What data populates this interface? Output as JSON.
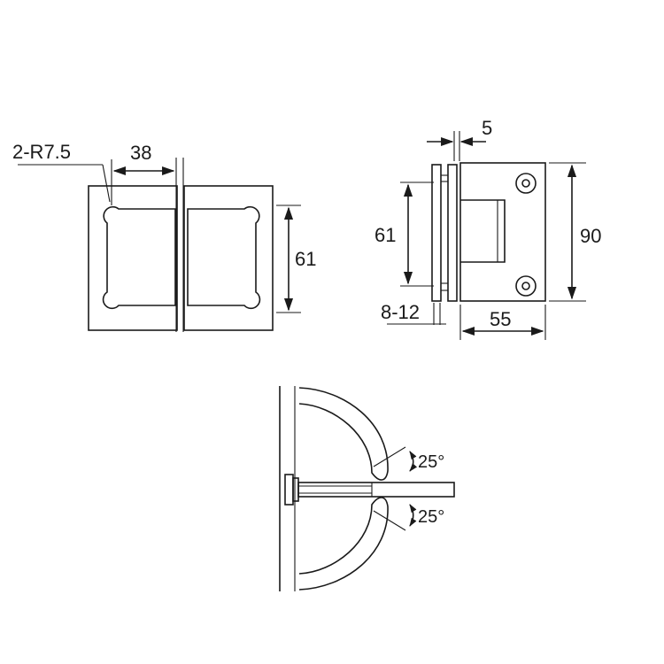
{
  "drawing": {
    "front_view": {
      "radius_label": "2-R7.5",
      "width_label": "38",
      "height_label": "61"
    },
    "side_view": {
      "thickness_label": "5",
      "hole_spacing_label": "61",
      "height_label": "90",
      "glass_label": "8-12",
      "depth_label": "55"
    },
    "top_view": {
      "angle_upper_label": "25°",
      "angle_lower_label": "25°"
    }
  }
}
